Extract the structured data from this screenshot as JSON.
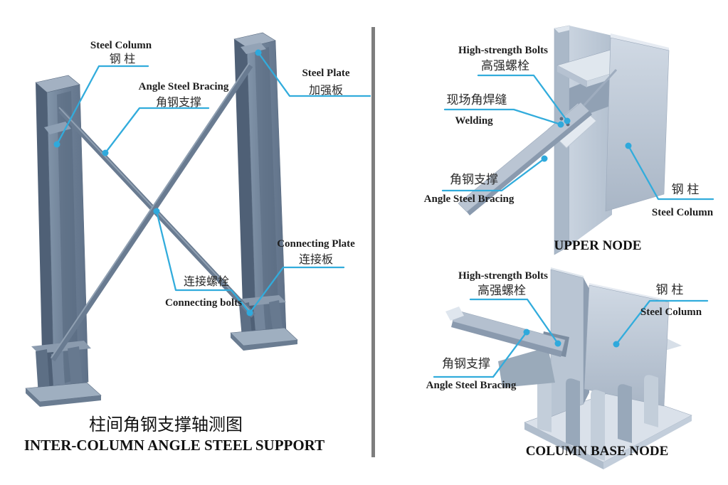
{
  "figure": {
    "left_panel": {
      "title_zh": "柱间角钢支撑轴测图",
      "title_en": "INTER-COLUMN ANGLE STEEL SUPPORT",
      "labels": {
        "steel_column_en": "Steel Column",
        "steel_column_zh": "钢 柱",
        "angle_steel_bracing_en": "Angle Steel Bracing",
        "angle_steel_bracing_zh": "角钢支撑",
        "steel_plate_en": "Steel Plate",
        "steel_plate_zh": "加强板",
        "connecting_bolts_zh": "连接螺栓",
        "connecting_bolts_en": "Connecting bolts",
        "connecting_plate_en": "Connecting Plate",
        "connecting_plate_zh": "连接板"
      }
    },
    "upper_node_panel": {
      "title": "UPPER NODE",
      "labels": {
        "high_strength_bolts_en": "High-strength Bolts",
        "high_strength_bolts_zh": "高强螺栓",
        "welding_zh": "现场角焊缝",
        "welding_en": "Welding",
        "angle_steel_bracing_zh": "角钢支撑",
        "angle_steel_bracing_en": "Angle Steel Bracing",
        "steel_column_zh": "钢 柱",
        "steel_column_en": "Steel Column"
      }
    },
    "base_node_panel": {
      "title": "COLUMN BASE NODE",
      "labels": {
        "high_strength_bolts_en": "High-strength Bolts",
        "high_strength_bolts_zh": "高强螺栓",
        "steel_column_zh": "钢 柱",
        "steel_column_en": "Steel Column",
        "angle_steel_bracing_zh": "角钢支撑",
        "angle_steel_bracing_en": "Angle Steel Bracing"
      }
    },
    "colors": {
      "leader_line": "#32acdc",
      "label_text": "#1e1e1e",
      "divider": "#7e7e7e",
      "steel_dark": "#697b91",
      "steel_light": "#c6d0dc",
      "background": "#ffffff"
    }
  }
}
